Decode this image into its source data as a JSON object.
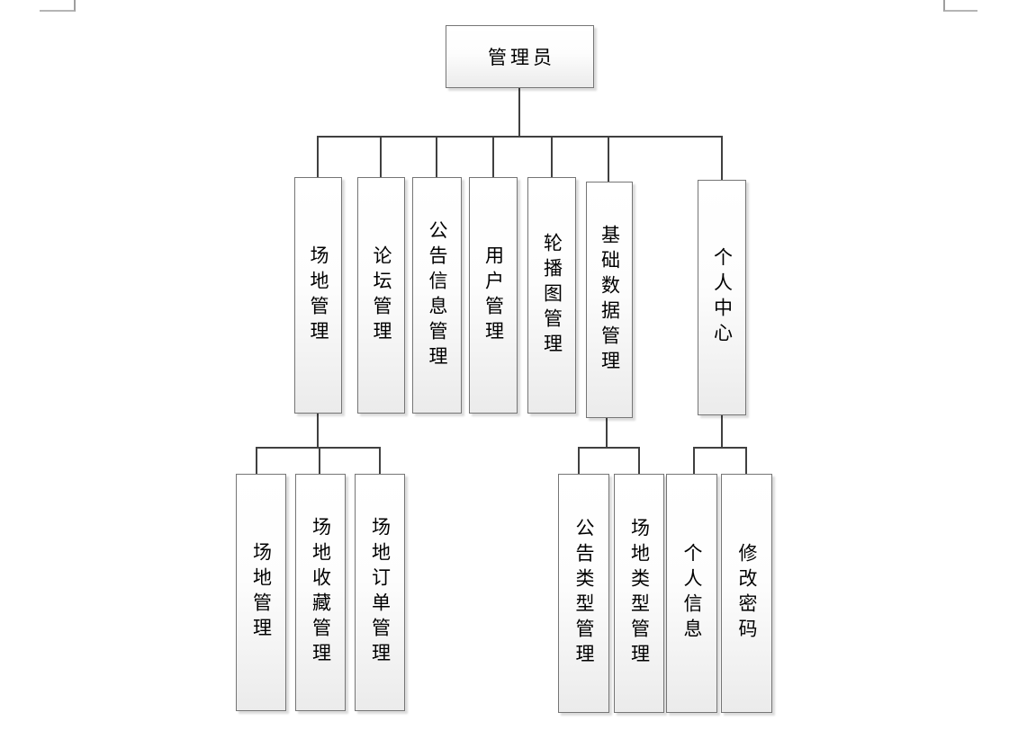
{
  "diagram_type": "hierarchy-org-chart",
  "tree": {
    "root": "管理员",
    "branches": [
      {
        "label": "场地管理",
        "children": [
          "场地管理",
          "场地收藏管理",
          "场地订单管理"
        ]
      },
      {
        "label": "论坛管理",
        "children": []
      },
      {
        "label": "公告信息管理",
        "children": []
      },
      {
        "label": "用户管理",
        "children": []
      },
      {
        "label": "轮播图管理",
        "children": []
      },
      {
        "label": "基础数据管理",
        "children": [
          "公告类型管理",
          "场地类型管理"
        ]
      },
      {
        "label": "个人中心",
        "children": [
          "个人信息",
          "修改密码"
        ]
      }
    ]
  },
  "colors": {
    "background": "#ffffff",
    "connector": "#404040",
    "box_border": "#757575",
    "box_fill_top": "#ffffff",
    "box_fill_bottom": "#ebebeb",
    "text": "#000000"
  }
}
